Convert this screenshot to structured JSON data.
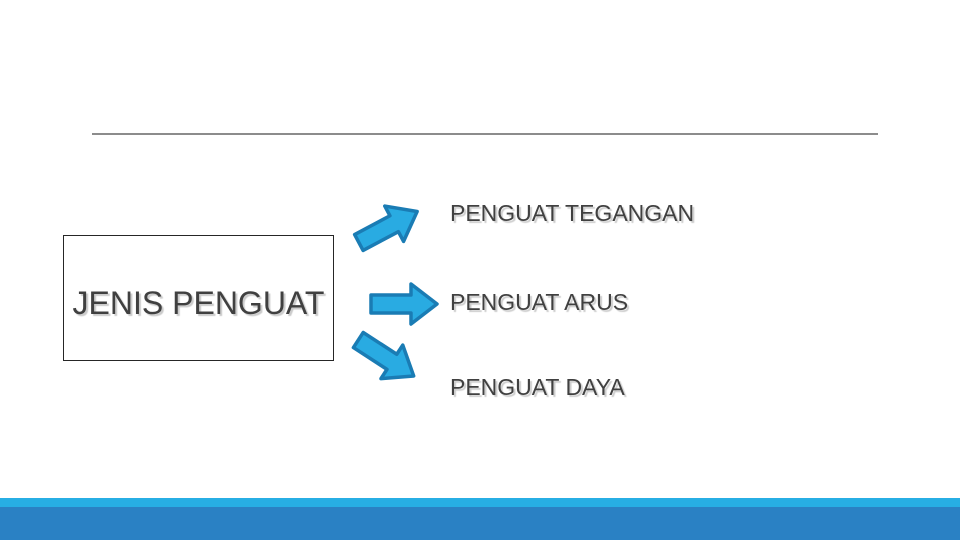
{
  "slide": {
    "title_box": {
      "label": "JENIS PENGUAT"
    },
    "items": [
      {
        "label": "PENGUAT TEGANGAN",
        "arrow": "up-right-arrow"
      },
      {
        "label": "PENGUAT ARUS",
        "arrow": "right-arrow"
      },
      {
        "label": "PENGUAT DAYA",
        "arrow": "down-right-arrow"
      }
    ],
    "colors": {
      "text": "#404040",
      "divider": "#8C8C8C",
      "box_border": "#262626",
      "arrow_fill": "#29ABE2",
      "arrow_stroke": "#1A7CB4",
      "footer_accent": "#27AEE4",
      "footer_bar": "#2A81C4"
    }
  }
}
